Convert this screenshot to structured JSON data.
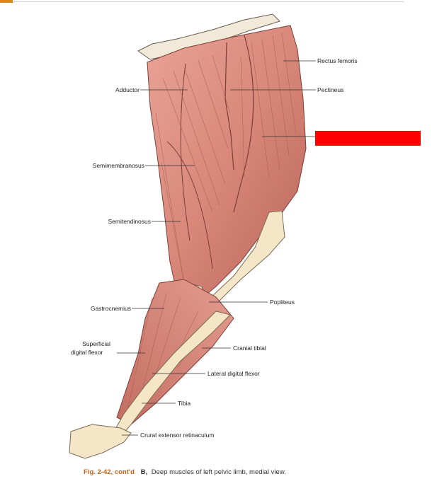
{
  "labels": {
    "rectus_femoris": "Rectus femoris",
    "adductor": "Adductor",
    "pectineus": "Pectineus",
    "semimembranosus": "Semimembranosus",
    "semitendinosus": "Semitendinosus",
    "popliteus": "Popliteus",
    "gastrocnemius": "Gastrocnemius",
    "superficial_digital_flexor_line1": "Superficial",
    "superficial_digital_flexor_line2": "digital flexor",
    "cranial_tibial": "Cranial tibial",
    "lateral_digital_flexor": "Lateral digital flexor",
    "tibia": "Tibia",
    "crural_extensor_retinaculum": "Crural extensor retinaculum"
  },
  "caption": {
    "figure_number": "Fig. 2-42, cont'd",
    "panel": "B,",
    "text": "Deep muscles of left pelvic limb, medial view."
  },
  "colors": {
    "muscle": "#d9877a",
    "muscle_dark": "#b45e55",
    "bone": "#f6e6c8",
    "redaction": "#ff0000"
  }
}
